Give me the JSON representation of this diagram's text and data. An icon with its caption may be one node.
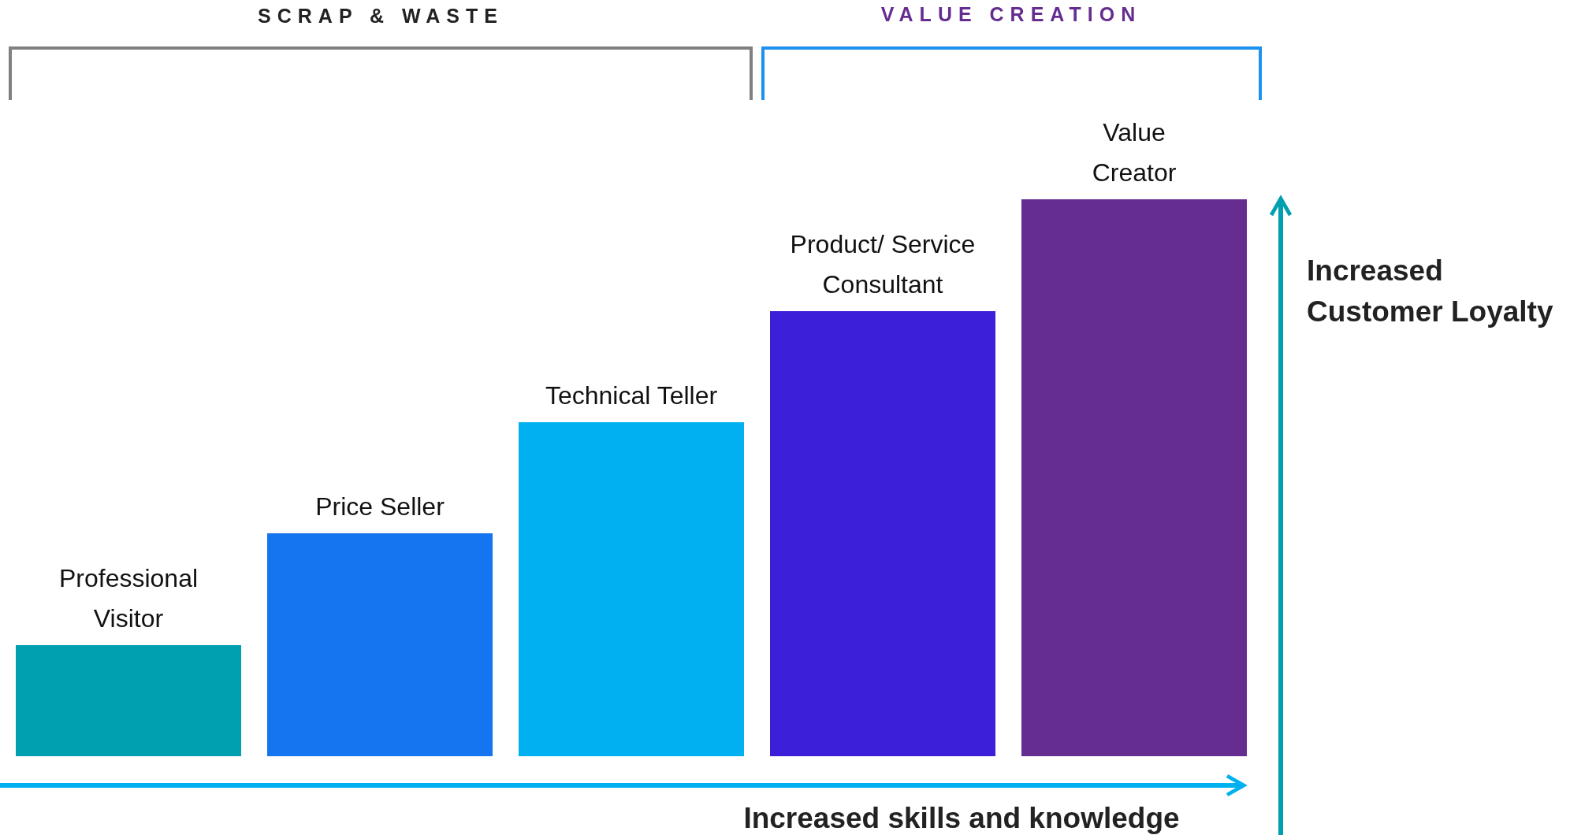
{
  "diagram": {
    "nodes": [
      {
        "text": [
          "Professional Visitor"
        ]
      },
      {
        "text": [
          "Price Seller"
        ]
      },
      {
        "text": [
          "Technical Teller"
        ]
      },
      {
        "text": [
          "Product/ Service Consultant"
        ]
      },
      {
        "text": [
          "Value Creator"
        ]
      }
    ],
    "labels": [
      "SCRAP & WASTE",
      "VALUE CREATION",
      "Increased Customer Loyalty",
      "Increased skills and knowledge"
    ]
  }
}
